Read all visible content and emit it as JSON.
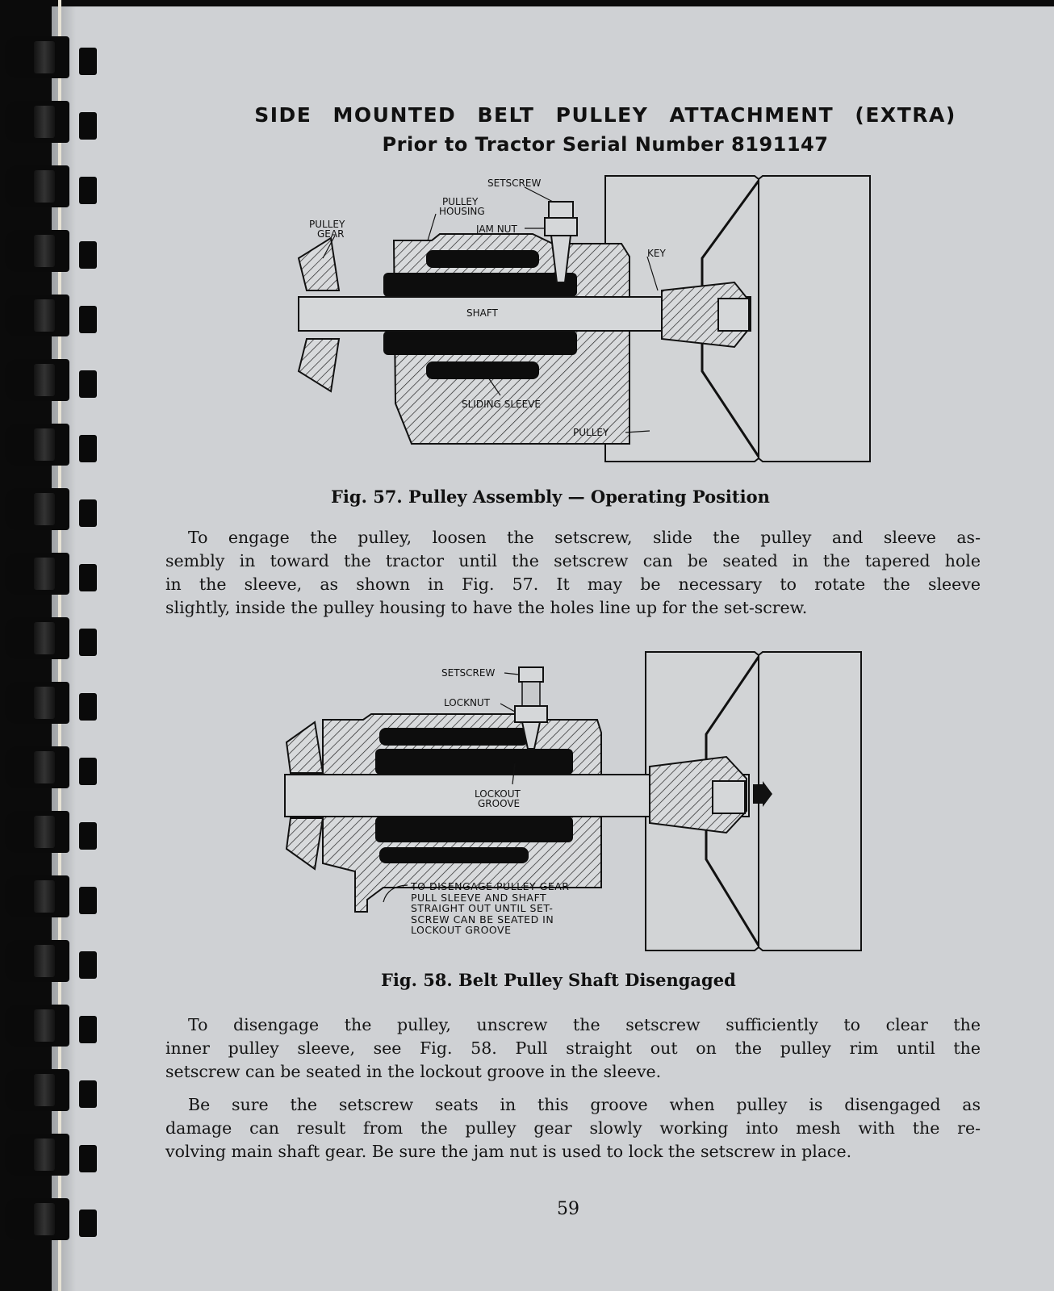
{
  "page": {
    "title": "SIDE MOUNTED BELT PULLEY ATTACHMENT (EXTRA)",
    "subtitle": "Prior to Tractor Serial Number 8191147",
    "page_number": "59"
  },
  "figures": [
    {
      "id": "fig57",
      "caption": "Fig. 57.   Pulley Assembly — Operating Position",
      "labels": {
        "setscrew": "SETSCREW",
        "pulley_housing_1": "PULLEY",
        "pulley_housing_2": "HOUSING",
        "pulley_gear_1": "PULLEY",
        "pulley_gear_2": "GEAR",
        "jam_nut": "JAM NUT",
        "key": "KEY",
        "shaft": "SHAFT",
        "sliding_sleeve": "SLIDING SLEEVE",
        "pulley": "PULLEY"
      }
    },
    {
      "id": "fig58",
      "caption": "Fig. 58.   Belt Pulley Shaft Disengaged",
      "labels": {
        "setscrew": "SETSCREW",
        "locknut": "LOCKNUT",
        "lockout_groove_1": "LOCKOUT",
        "lockout_groove_2": "GROOVE",
        "note": [
          "TO DISENGAGE PULLEY GEAR",
          "PULL SLEEVE AND SHAFT",
          "STRAIGHT OUT UNTIL SET-",
          "SCREW CAN BE SEATED IN",
          "LOCKOUT GROOVE"
        ]
      }
    }
  ],
  "paragraphs": {
    "engage": [
      "To engage the pulley, loosen the setscrew, slide the pulley and sleeve as-",
      "sembly in toward the tractor until the setscrew can be seated in the tapered hole",
      "in the sleeve, as shown in Fig. 57. It may be necessary to rotate the sleeve",
      "slightly, inside the pulley housing to have the holes line up for the set-screw."
    ],
    "disengage": [
      "To disengage the pulley, unscrew the setscrew sufficiently to clear the",
      "inner pulley sleeve, see Fig. 58. Pull straight out on the pulley rim until the",
      "setscrew can be seated in the lockout groove in the sleeve."
    ],
    "caution": [
      "Be sure the setscrew seats in this groove when pulley is disengaged as",
      "damage can result from the pulley gear slowly working into mesh with the re-",
      "volving main shaft gear. Be sure the jam nut is used to lock the setscrew in place."
    ]
  }
}
